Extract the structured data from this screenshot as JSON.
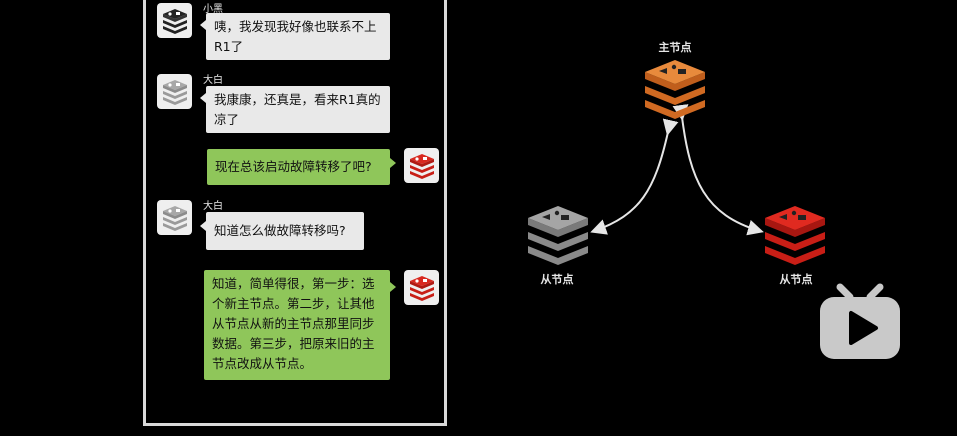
{
  "chat": {
    "messages": [
      {
        "sender": "小黑",
        "side": "left",
        "avatar": "redis-black-icon",
        "text": "咦，我发现我好像也联系不上R1了"
      },
      {
        "sender": "大白",
        "side": "left",
        "avatar": "redis-gray-icon",
        "text": "我康康，还真是，看来R1真的凉了"
      },
      {
        "sender": "",
        "side": "right",
        "avatar": "redis-red-icon",
        "text": "现在总该启动故障转移了吧?"
      },
      {
        "sender": "大白",
        "side": "left",
        "avatar": "redis-gray-icon",
        "text": "知道怎么做故障转移吗?"
      },
      {
        "sender": "",
        "side": "right",
        "avatar": "redis-red-icon",
        "text": "知道，简单得很，第一步：选个新主节点。第二步，让其他从节点从新的主节点那里同步数据。第三步，把原来旧的主节点改成从节点。"
      }
    ]
  },
  "diagram": {
    "master": {
      "label": "主节点",
      "color": "#e07a2e"
    },
    "slave_left": {
      "label": "从节点",
      "color": "#8a8a8a"
    },
    "slave_right": {
      "label": "从节点",
      "color": "#c81e16"
    }
  },
  "colors": {
    "bubble_green": "#8fc65a",
    "bubble_gray": "#e9e9e9",
    "background": "#000000"
  }
}
